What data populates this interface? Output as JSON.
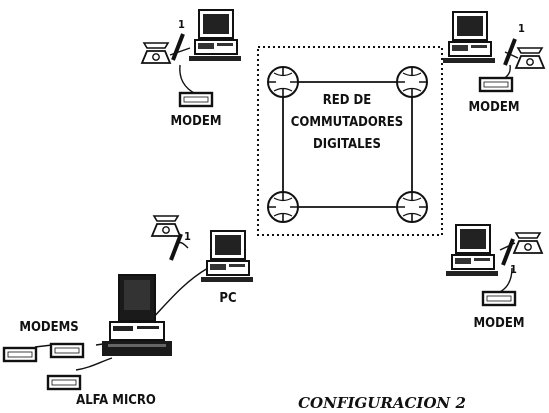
{
  "network": {
    "label_lines": [
      "RED DE",
      "COMMUTADORES",
      "DIGITALES"
    ]
  },
  "labels": {
    "modem": "MODEM",
    "modems": "MODEMS",
    "pc": "PC",
    "alfa_micro": "ALFA MICRO",
    "line_number": "1",
    "caption": "CONFIGURACION 2"
  },
  "icons": {
    "switch": "digital-switch-icon",
    "computer": "computer-icon",
    "telephone": "telephone-icon",
    "modem": "modem-box-icon"
  },
  "colors": {
    "ink": "#111111",
    "background": "#ffffff"
  }
}
